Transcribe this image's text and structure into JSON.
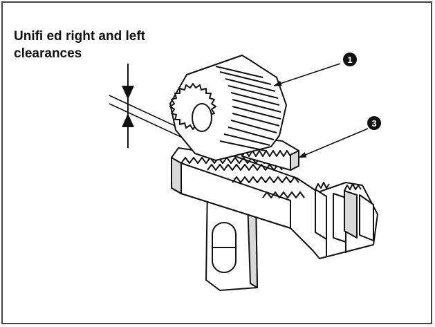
{
  "caption": {
    "line1": "Unifi ed right and left",
    "line2": "clearances"
  },
  "callouts": [
    {
      "id": "callout-1",
      "number": "1"
    },
    {
      "id": "callout-3",
      "number": "3"
    }
  ],
  "colors": {
    "line": "#111111",
    "fill": "#ffffff",
    "shade": "#d8d8d8",
    "border": "#444444"
  }
}
